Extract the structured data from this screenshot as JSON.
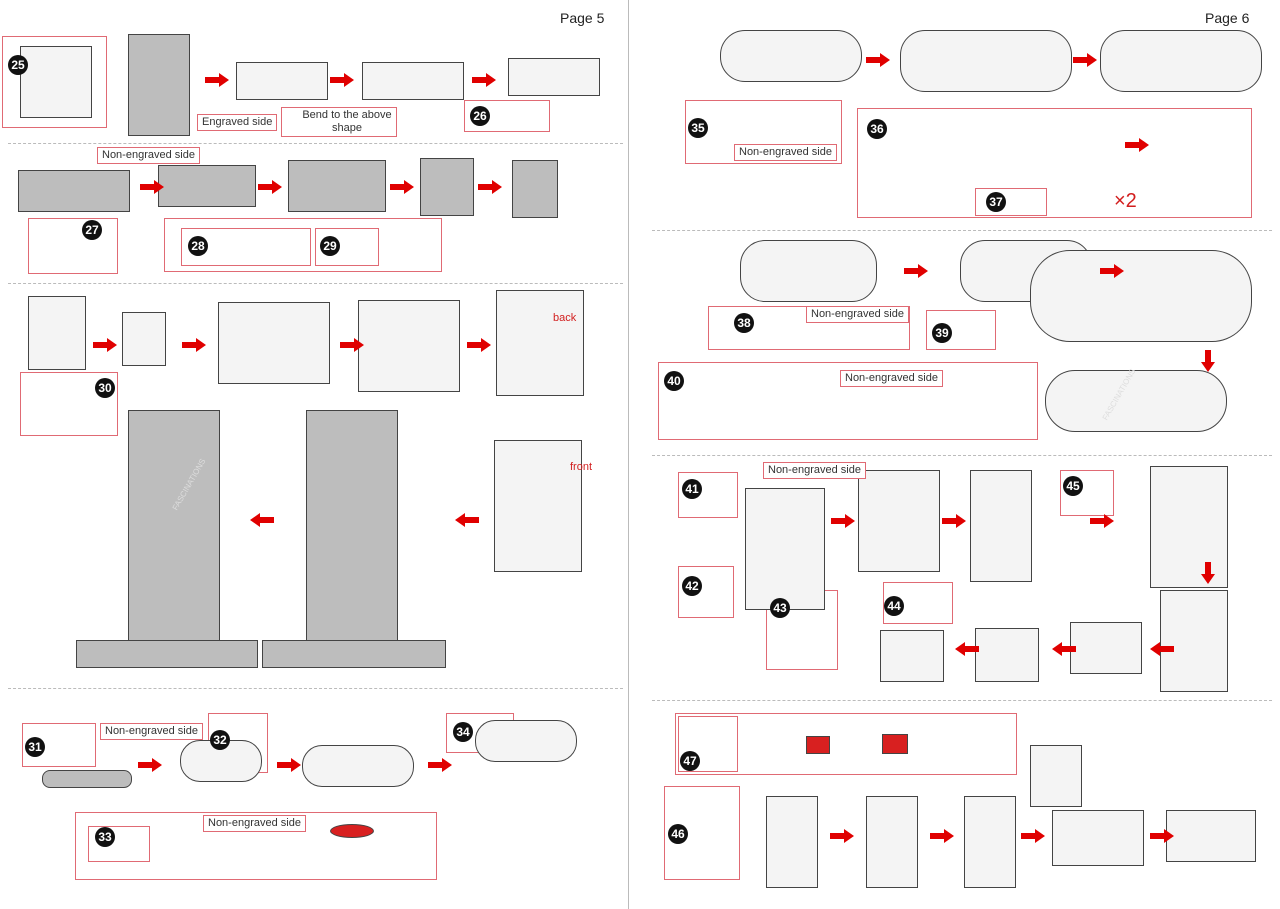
{
  "pages": {
    "left": "Page 5",
    "right": "Page 6"
  },
  "steps": [
    "25",
    "26",
    "27",
    "28",
    "29",
    "30",
    "31",
    "32",
    "33",
    "34",
    "35",
    "36",
    "37",
    "38",
    "39",
    "40",
    "41",
    "42",
    "43",
    "44",
    "45",
    "46",
    "47"
  ],
  "labels": {
    "engraved_side": "Engraved side",
    "bend": "Bend to the above shape",
    "non_engraved_side": "Non-engraved side",
    "back": "back",
    "front": "front",
    "times_two": "×2"
  },
  "watermark": "FASCINATIONS",
  "colors": {
    "accent": "#e00000",
    "box_border": "#e06a74",
    "part_fill": "#bdbdbd",
    "badge": "#111111",
    "highlight_triangle": "#8cc63f",
    "dot": "#1e90d6"
  }
}
